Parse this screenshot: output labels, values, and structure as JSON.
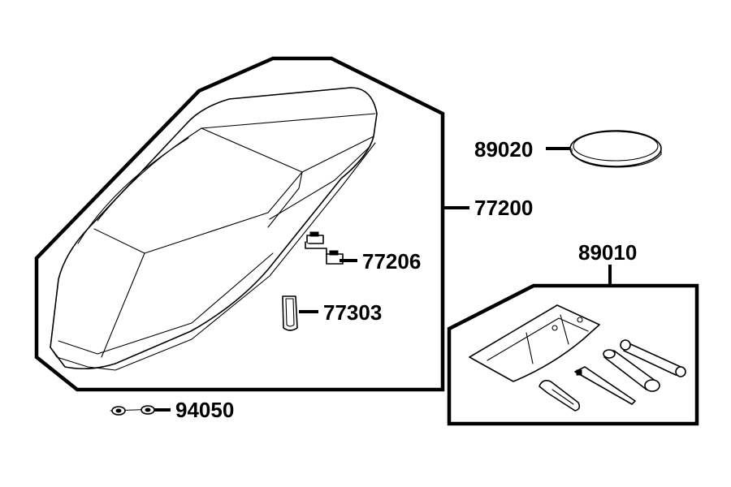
{
  "parts": [
    {
      "id": "seat-assembly",
      "number": "77200"
    },
    {
      "id": "hinge-bracket",
      "number": "77206"
    },
    {
      "id": "helmet-strap",
      "number": "77303"
    },
    {
      "id": "nut",
      "number": "94050"
    },
    {
      "id": "band",
      "number": "89020"
    },
    {
      "id": "tool-kit",
      "number": "89010"
    }
  ],
  "colors": {
    "line": "#000000",
    "background": "#ffffff"
  }
}
